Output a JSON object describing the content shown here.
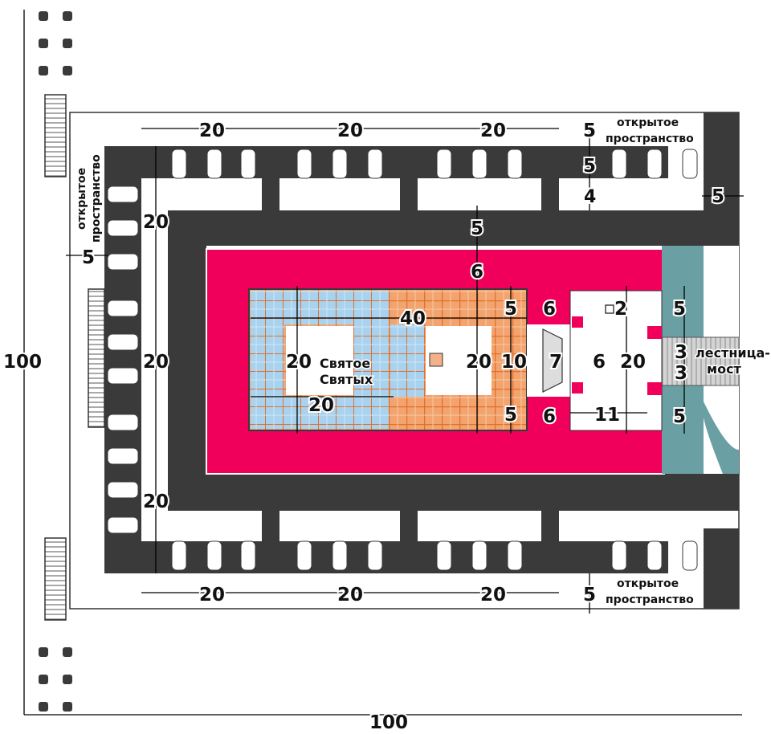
{
  "colors": {
    "wall": "#3a3a3a",
    "crimson": "#f0005a",
    "tile_orange": "#f3a36e",
    "tile_blue": "#a9d2ee",
    "teal": "#6a9fa3",
    "stairs": "#c8c8c8"
  },
  "labels": {
    "open_space_top": "открытое пространство",
    "open_space_top_l1": "открытое",
    "open_space_top_l2": "пространство",
    "open_space_left_l1": "открытое",
    "open_space_left_l2": "пространство",
    "open_space_bottom_l1": "открытое",
    "open_space_bottom_l2": "пространство",
    "holy_of_holies_l1": "Святое",
    "holy_of_holies_l2": "Святых",
    "stair_bridge_l1": "лестница-",
    "stair_bridge_l2": "мост"
  },
  "dims": {
    "outer_left": "100",
    "outer_bottom": "100",
    "top_court_1": "20",
    "top_court_2": "20",
    "top_court_3": "20",
    "top_corner": "5",
    "top_chamber_depth": "5",
    "top_chamber_gap": "4",
    "right_outer_wall": "5",
    "left_chambers_1": "20",
    "left_chambers_2": "20",
    "left_chambers_3": "20",
    "left_outer": "5",
    "inner_wall": "5",
    "crimson_band": "6",
    "sanctuary_len": "40",
    "holy_width": "20",
    "holy_len": "20",
    "hall_width": "20",
    "hall_inner": "10",
    "wall_top": "5",
    "wall_bottom": "5",
    "door_top": "6",
    "door_bottom": "6",
    "vestibule": "7",
    "porch_width": "6",
    "altar": "2",
    "porch_len": "20",
    "porch_depth": "11",
    "gate_top": "5",
    "gate_bottom": "5",
    "stair_1": "3",
    "stair_2": "3",
    "bottom_court_1": "20",
    "bottom_court_2": "20",
    "bottom_court_3": "20",
    "bottom_corner": "5"
  }
}
